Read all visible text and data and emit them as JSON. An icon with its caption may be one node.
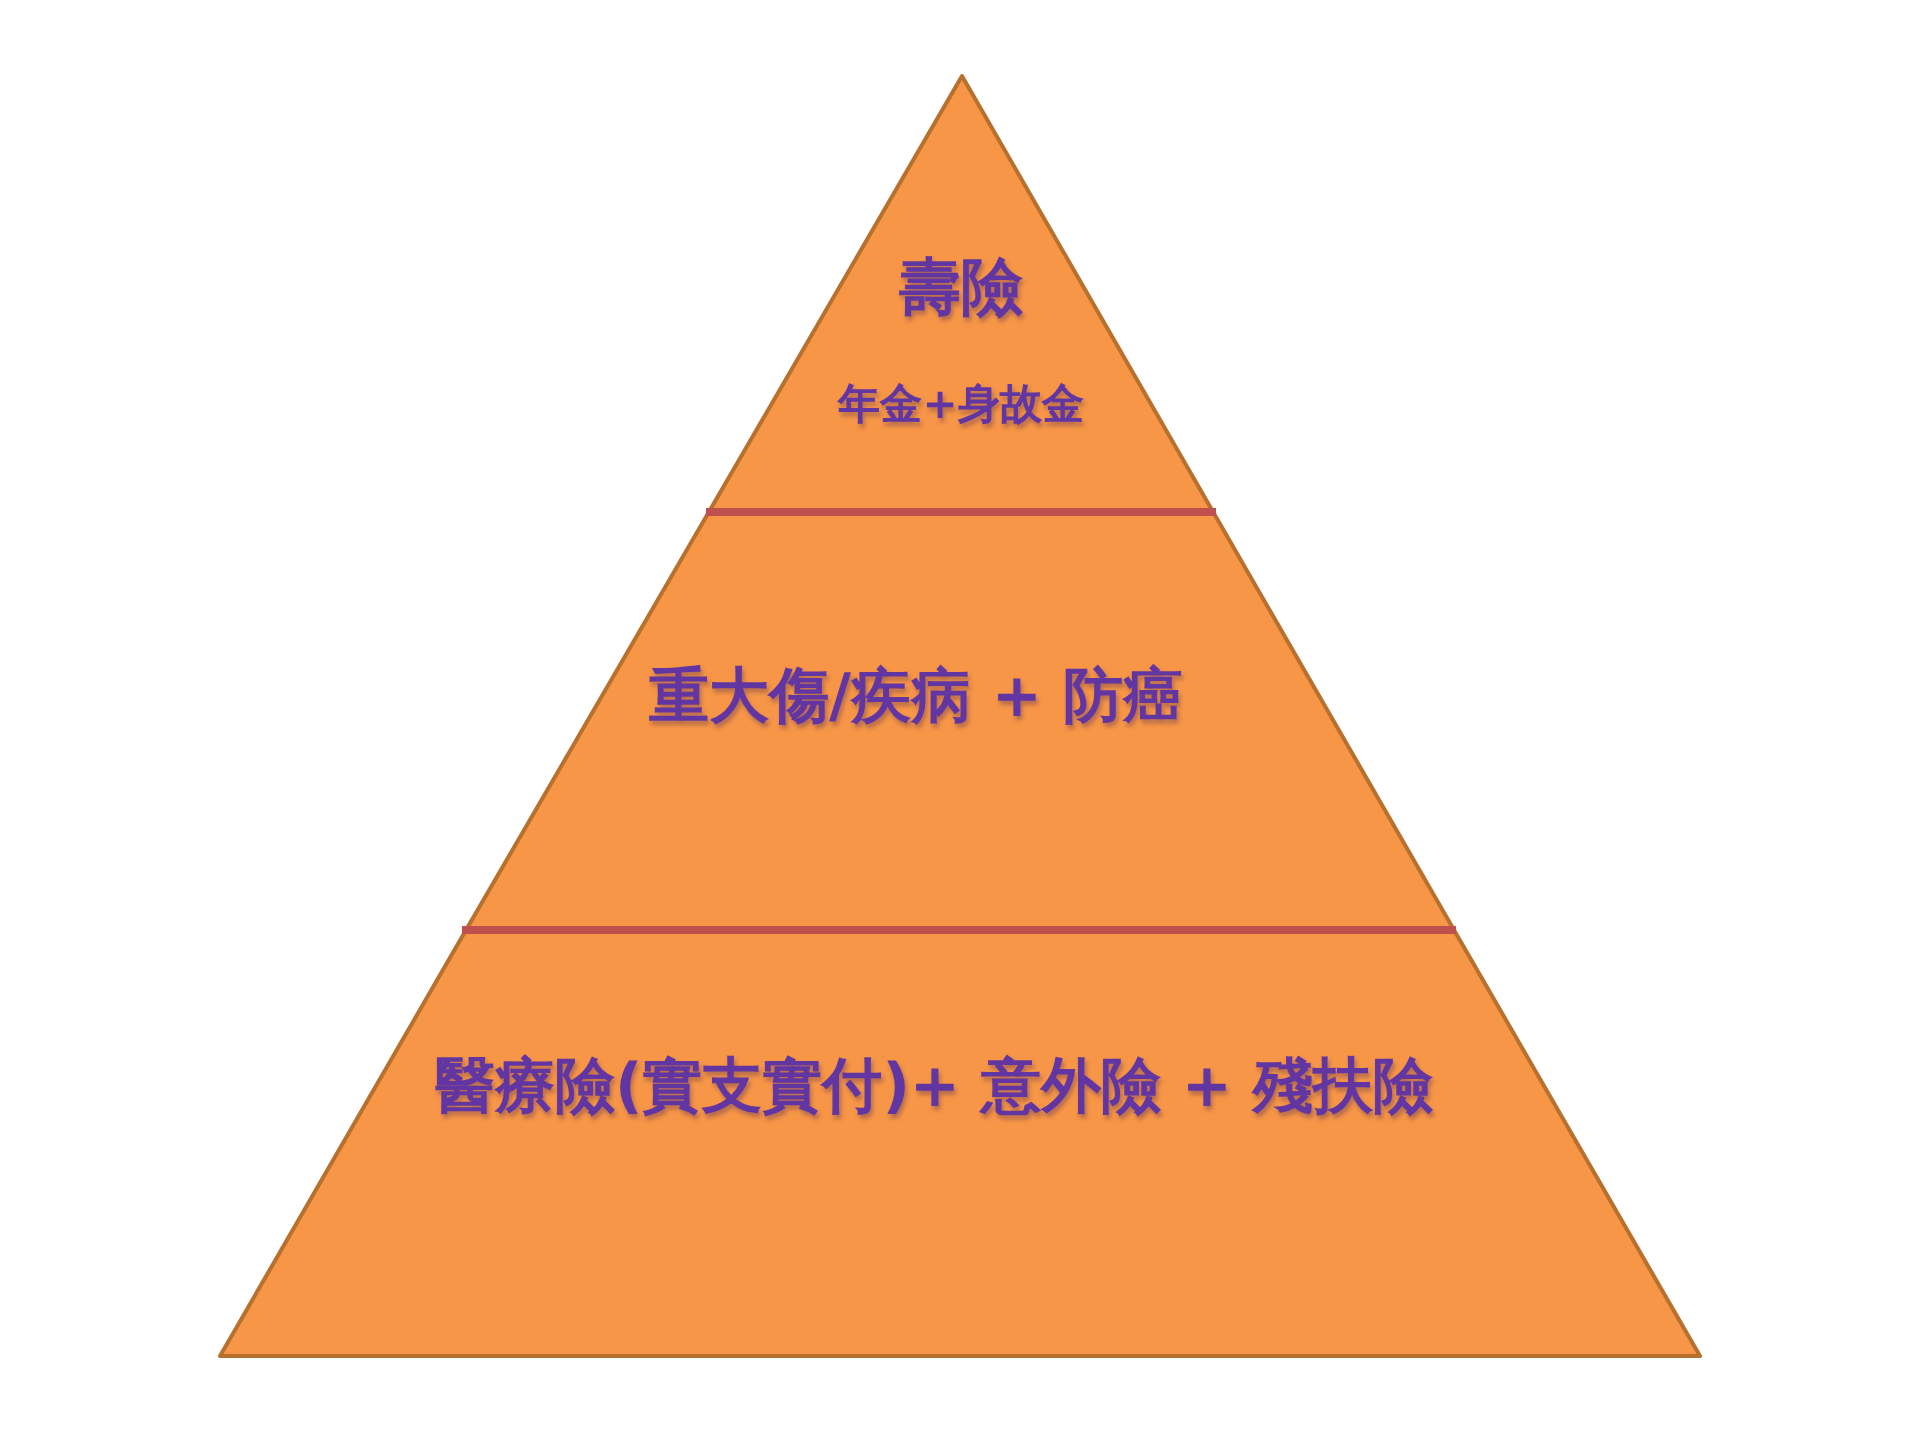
{
  "diagram": {
    "nodes": [
      {
        "text": [
          "壽險",
          "年金+身故金"
        ]
      },
      {
        "text": [
          "重大傷/疾病 + 防癌"
        ]
      },
      {
        "text": [
          "醫療險(實支實付)+ 意外險 + 殘扶險"
        ]
      }
    ]
  }
}
